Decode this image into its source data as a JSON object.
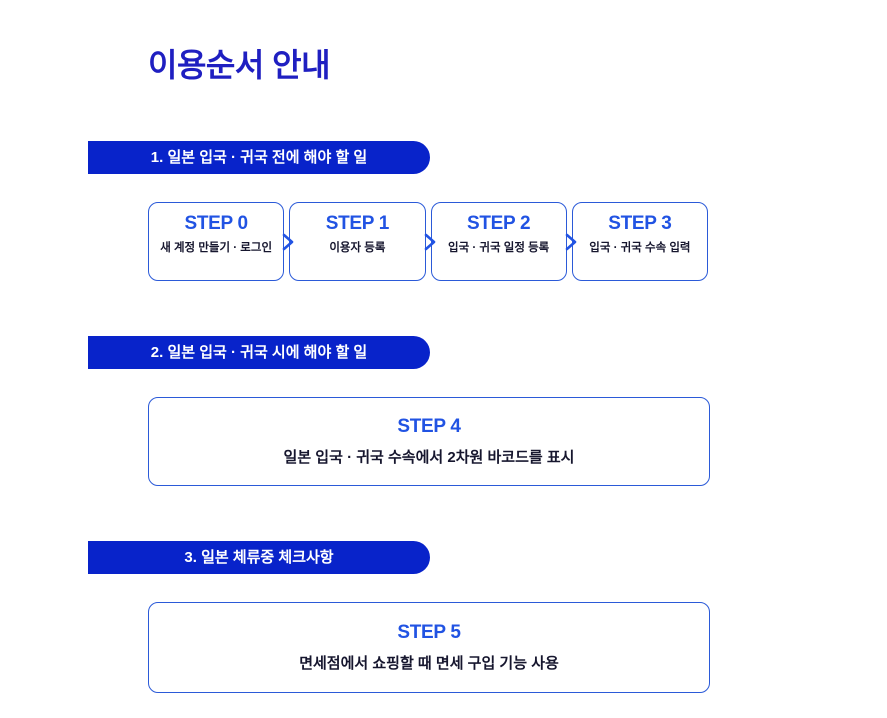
{
  "page_title": "이용순서 안내",
  "colors": {
    "title_blue": "#1f1fc1",
    "ribbon_blue": "#0823ca",
    "ribbon_text": "#ffffff",
    "step_label_blue": "#2153e3",
    "box_border_blue": "#2b5ad8",
    "desc_text": "#16162e",
    "background": "#ffffff"
  },
  "icons": {
    "chevron_right": "❯"
  },
  "sections": [
    {
      "ribbon": "1. 일본 입국 · 귀국 전에 해야 할 일",
      "steps": [
        {
          "label": "STEP 0",
          "desc": "새 계정 만들기 · 로그인"
        },
        {
          "label": "STEP 1",
          "desc": "이용자 등록"
        },
        {
          "label": "STEP 2",
          "desc": "입국 · 귀국 일정 등록"
        },
        {
          "label": "STEP 3",
          "desc": "입국 · 귀국 수속 입력"
        }
      ]
    },
    {
      "ribbon": "2. 일본 입국 · 귀국 시에 해야 할 일",
      "steps": [
        {
          "label": "STEP 4",
          "desc": "일본 입국 · 귀국 수속에서 2차원 바코드를 표시"
        }
      ]
    },
    {
      "ribbon": "3. 일본 체류중 체크사항",
      "steps": [
        {
          "label": "STEP 5",
          "desc": "면세점에서 쇼핑할 때 면세 구입 기능 사용"
        }
      ]
    }
  ]
}
